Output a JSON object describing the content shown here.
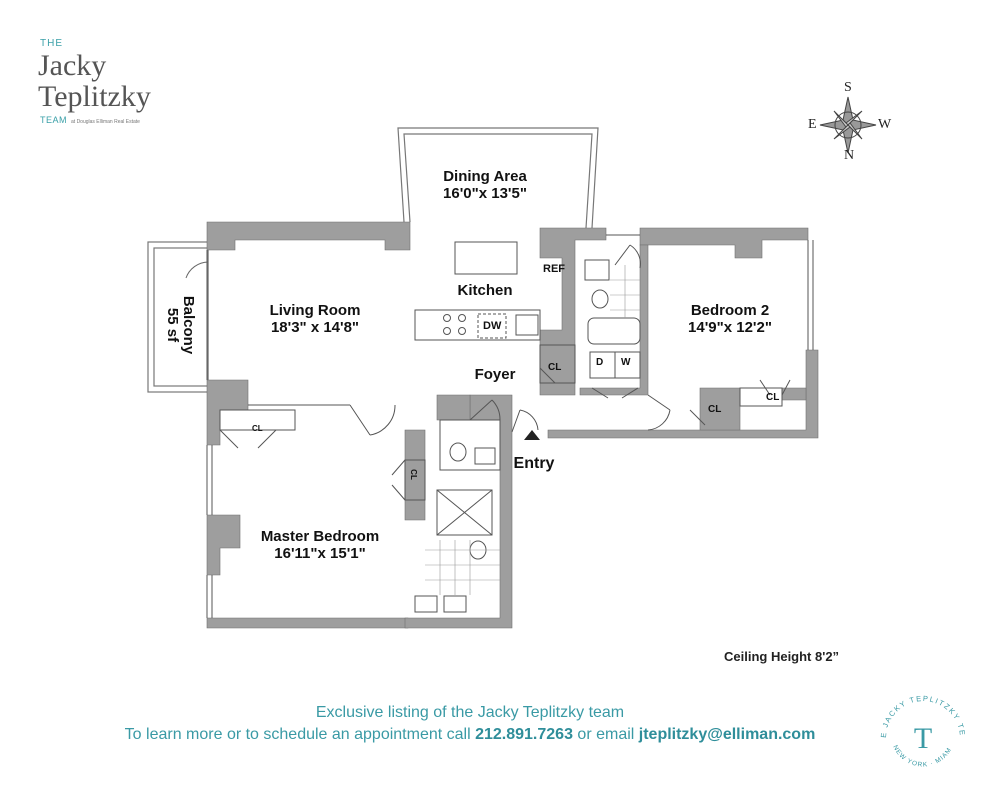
{
  "logo": {
    "the": "THE",
    "name_line1": "Jacky",
    "name_line2": "Teplitzky",
    "team": "TEAM",
    "team_sub": "at Douglas Elliman Real Estate"
  },
  "compass": {
    "top": "S",
    "left": "E",
    "right": "W",
    "bottom": "N"
  },
  "rooms": {
    "dining_name": "Dining Area",
    "dining_size": "16'0\"x 13'5\"",
    "living_name": "Living Room",
    "living_size": "18'3\" x 14'8\"",
    "kitchen": "Kitchen",
    "bedroom2_name": "Bedroom 2",
    "bedroom2_size": "14'9\"x 12'2\"",
    "master_name": "Master Bedroom",
    "master_size": "16'11\"x 15'1\"",
    "foyer": "Foyer",
    "entry": "Entry",
    "balcony_name": "Balcony",
    "balcony_size": "55 sf"
  },
  "fixtures": {
    "ref": "REF",
    "dw": "DW",
    "cl": "CL",
    "d": "D",
    "w": "W"
  },
  "ceiling": "Ceiling Height 8'2”",
  "footer": {
    "line1": "Exclusive listing of the Jacky Teplitzky team",
    "line2_pre": "To learn more or to schedule an appointment call ",
    "phone": "212.891.7263",
    "line2_mid": " or email ",
    "email": "jteplitzky@elliman.com"
  },
  "seal": {
    "top_text": "THE JACKY TEPLITZKY TEAM",
    "bottom_text": "NEW YORK · MIAMI",
    "monogram": "T"
  },
  "colors": {
    "wall": "#9e9e9e",
    "accent": "#3a9aa5"
  }
}
